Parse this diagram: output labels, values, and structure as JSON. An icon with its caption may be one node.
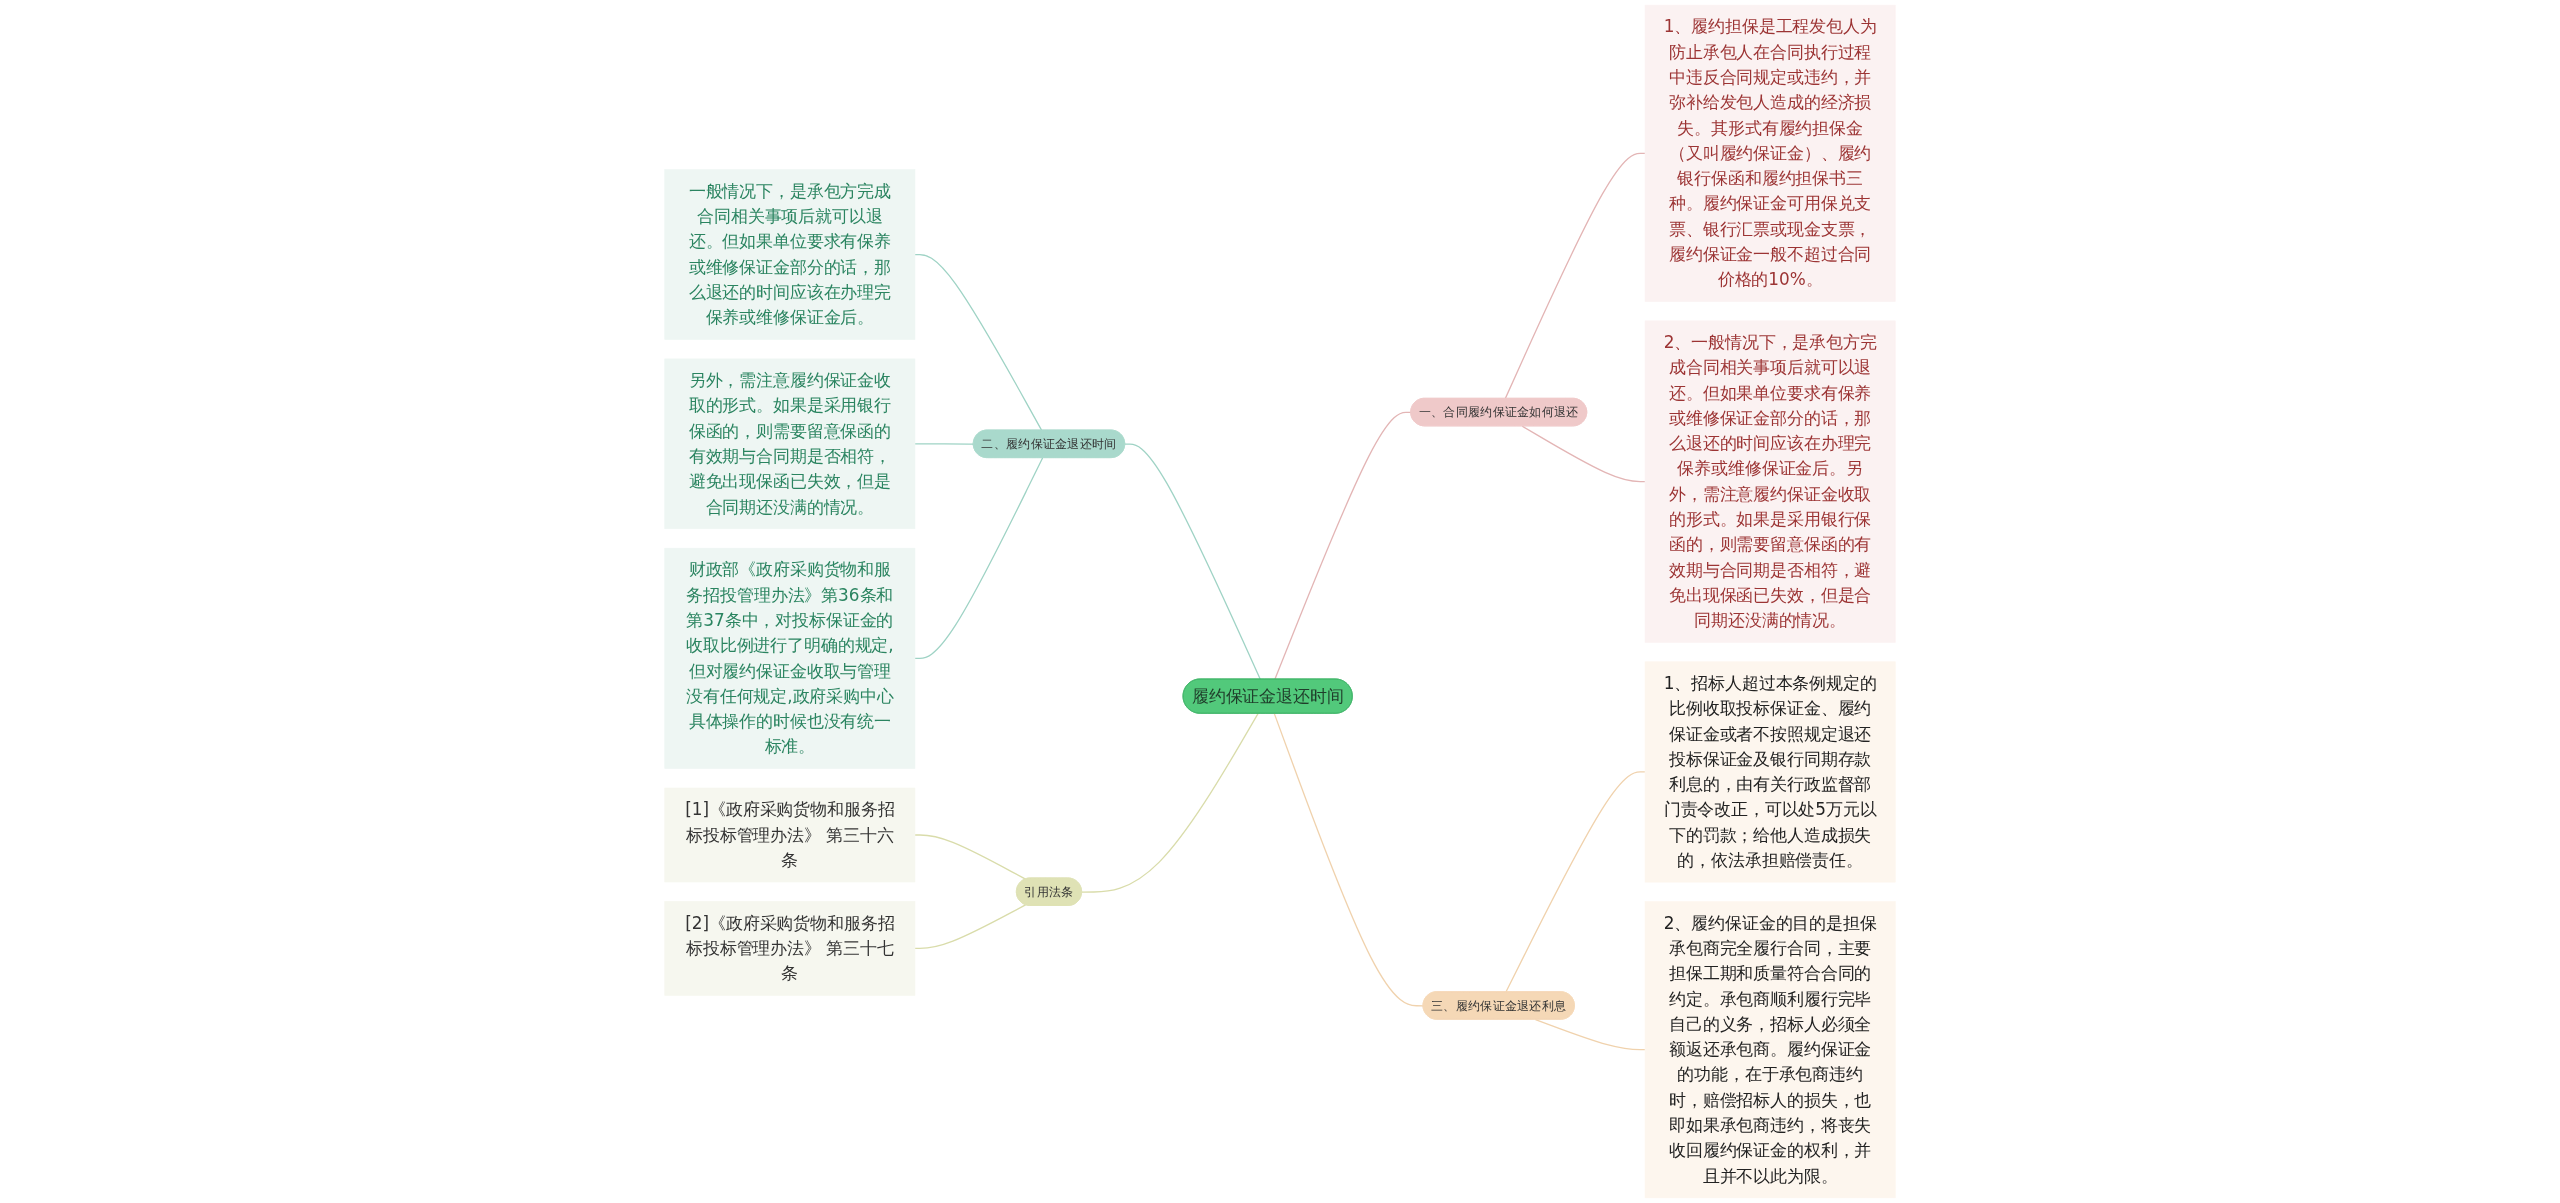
{
  "diagram": {
    "nodes": [
      {
        "text": [
          "履约保证金退还时间"
        ]
      },
      {
        "text": [
          "一、合同履约保证金如何退还"
        ]
      },
      {
        "text": [
          "1、履约担保是工程发包人为防止承包人在合同执行过程中违反合同规定或违约，并弥补给发包人造成的经济损失。其形式有履约担保金（又叫履约保证金）、履约银行保函和履约担保书三种。履约保证金可用保兑支票、银行汇票或现金支票，履约保证金一般不超过合同价格的10%。"
        ]
      },
      {
        "text": [
          "2、一般情况下，是承包方完成合同相关事项后就可以退还。但如果单位要求有保养或维修保证金部分的话，那么退还的时间应该在办理完保养或维修保证金后。另外，需注意履约保证金收取的形式。如果是采用银行保函的，则需要留意保函的有效期与合同期是否相符，避免出现保函已失效，但是合同期还没满的情况。"
        ]
      },
      {
        "text": [
          "三、履约保证金退还利息"
        ]
      },
      {
        "text": [
          "1、招标人超过本条例规定的比例收取投标保证金、履约保证金或者不按照规定退还投标保证金及银行同期存款利息的，由有关行政监督部门责令改正，可以处5万元以下的罚款；给他人造成损失的，依法承担赔偿责任。"
        ]
      },
      {
        "text": [
          "2、履约保证金的目的是担保承包商完全履行合同，主要担保工期和质量符合合同的约定。承包商顺利履行完毕自己的义务，招标人必须全额返还承包商。履约保证金的功能，在于承包商违约时，赔偿招标人的损失，也即如果承包商违约，将丧失收回履约保证金的权利，并且并不以此为限。"
        ]
      },
      {
        "text": [
          "二、履约保证金退还时间"
        ]
      },
      {
        "text": [
          "一般情况下，是承包方完成合同相关事项后就可以退还。但如果单位要求有保养或维修保证金部分的话，那么退还的时间应该在办理完保养或维修保证金后。"
        ]
      },
      {
        "text": [
          "另外，需注意履约保证金收取的形式。如果是采用银行保函的，则需要留意保函的有效期与合同期是否相符，避免出现保函已失效，但是合同期还没满的情况。"
        ]
      },
      {
        "text": [
          "财政部《政府采购货物和服务招投管理办法》第36条和第37条中，对投标保证金的收取比例进行了明确的规定,但对履约保证金收取与管理没有任何规定,政府采购中心具体操作的时候也没有统一标准。"
        ]
      },
      {
        "text": [
          "引用法条"
        ]
      },
      {
        "text": [
          "[1]《政府采购货物和服务招标投标管理办法》 第三十六条"
        ]
      },
      {
        "text": [
          "[2]《政府采购货物和服务招标投标管理办法》 第三十七条"
        ]
      }
    ],
    "edges": [
      {
        "from": 0,
        "to": 1,
        "arrow": "none",
        "color": "#e3b5b5"
      },
      {
        "from": 1,
        "to": 2,
        "arrow": "none",
        "color": "#e3b5b5"
      },
      {
        "from": 1,
        "to": 3,
        "arrow": "none",
        "color": "#e3b5b5"
      },
      {
        "from": 0,
        "to": 4,
        "arrow": "none",
        "color": "#f0d2ad"
      },
      {
        "from": 4,
        "to": 5,
        "arrow": "none",
        "color": "#f0d2ad"
      },
      {
        "from": 4,
        "to": 6,
        "arrow": "none",
        "color": "#f0d2ad"
      },
      {
        "from": 7,
        "to": 0,
        "arrow": "none",
        "color": "#9fd3c5"
      },
      {
        "from": 8,
        "to": 7,
        "arrow": "none",
        "color": "#9fd3c5"
      },
      {
        "from": 9,
        "to": 7,
        "arrow": "none",
        "color": "#9fd3c5"
      },
      {
        "from": 10,
        "to": 7,
        "arrow": "none",
        "color": "#9fd3c5"
      },
      {
        "from": 11,
        "to": 0,
        "arrow": "none",
        "color": "#d9dcaa"
      },
      {
        "from": 12,
        "to": 11,
        "arrow": "none",
        "color": "#d9dcaa"
      },
      {
        "from": 13,
        "to": 11,
        "arrow": "none",
        "color": "#d9dcaa"
      }
    ]
  }
}
